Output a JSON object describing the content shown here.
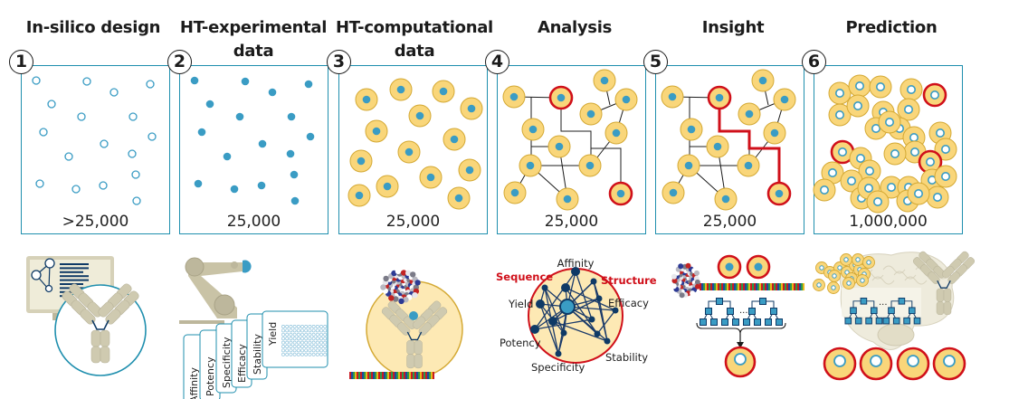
{
  "colors": {
    "panel_border": "#1f8fae",
    "teal": "#3a9cc4",
    "cell_fill": "#f9d67a",
    "cell_stroke": "#d4a934",
    "highlight_red": "#d0101a",
    "navy": "#0f3a66",
    "antibody": "#cfcab0"
  },
  "steps": [
    {
      "number": "1",
      "title": "In-silico design",
      "count": ">25,000"
    },
    {
      "number": "2",
      "title": "HT-experimental data",
      "title_line1": "HT-experimental",
      "title_line2": "data",
      "count": "25,000"
    },
    {
      "number": "3",
      "title": "HT-computational data",
      "title_line1": "HT-computational",
      "title_line2": "data",
      "count": "25,000"
    },
    {
      "number": "4",
      "title": "Analysis",
      "count": "25,000"
    },
    {
      "number": "5",
      "title": "Insight",
      "count": "25,000"
    },
    {
      "number": "6",
      "title": "Prediction",
      "count": "1,000,000"
    }
  ],
  "assays": [
    "Affinity",
    "Potency",
    "Specificity",
    "Efficacy",
    "Stability",
    "Yield"
  ],
  "network": {
    "nodes": [
      "Affinity",
      "Efficacy",
      "Stability",
      "Specificity",
      "Potency",
      "Yield"
    ],
    "highlight_labels": [
      "Sequence",
      "Structure"
    ]
  },
  "icons": {
    "monitor": "computer-monitor-icon",
    "antibody": "antibody-icon",
    "robot": "robot-arm-icon",
    "protein": "protein-structure-icon",
    "tree": "decision-tree-icon",
    "brain": "brain-icon"
  },
  "ellipsis": "..."
}
